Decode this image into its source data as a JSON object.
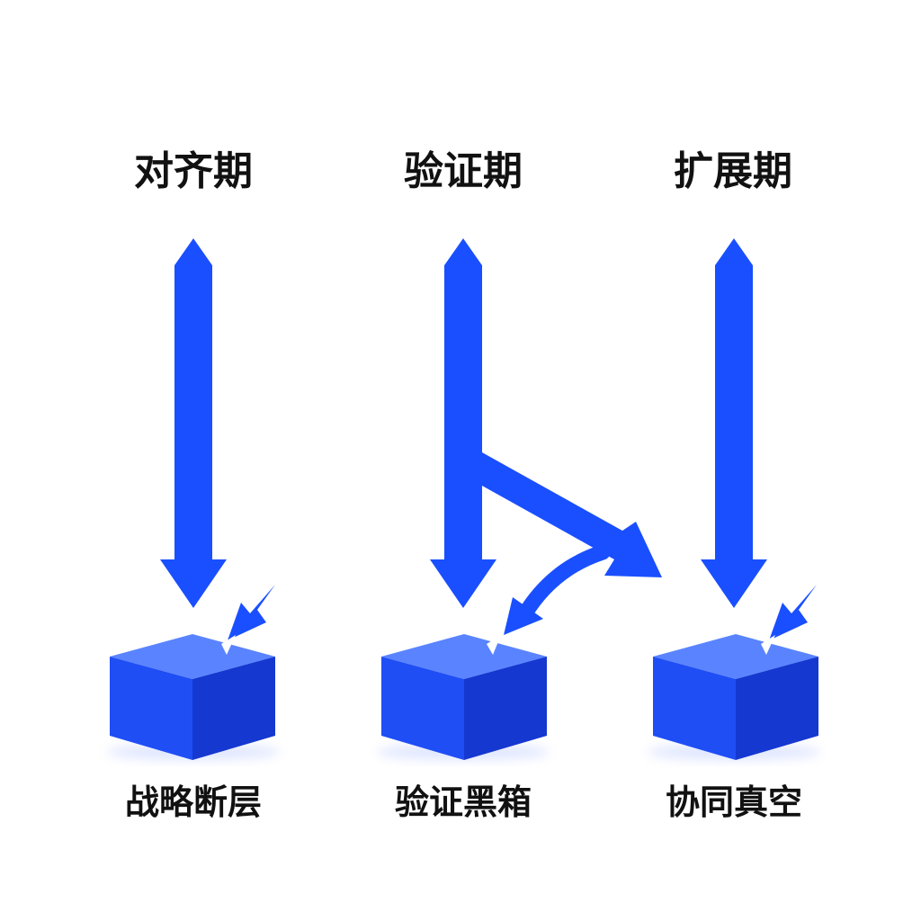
{
  "colors": {
    "arrow": "#1a4fff",
    "cube_top": "#5a84ff",
    "cube_front": "#1f4ef5",
    "cube_side": "#1538d0",
    "text": "#111111"
  },
  "columns": [
    {
      "phase": "对齐期",
      "problem": "战略断层"
    },
    {
      "phase": "验证期",
      "problem": "验证黑箱"
    },
    {
      "phase": "扩展期",
      "problem": "协同真空"
    }
  ],
  "icons": {
    "main_arrow": "down-arrow-icon",
    "side_arrow": "diagonal-arrow-icon",
    "cube": "cube-icon",
    "branch_arrow": "curved-arrow-icon"
  }
}
